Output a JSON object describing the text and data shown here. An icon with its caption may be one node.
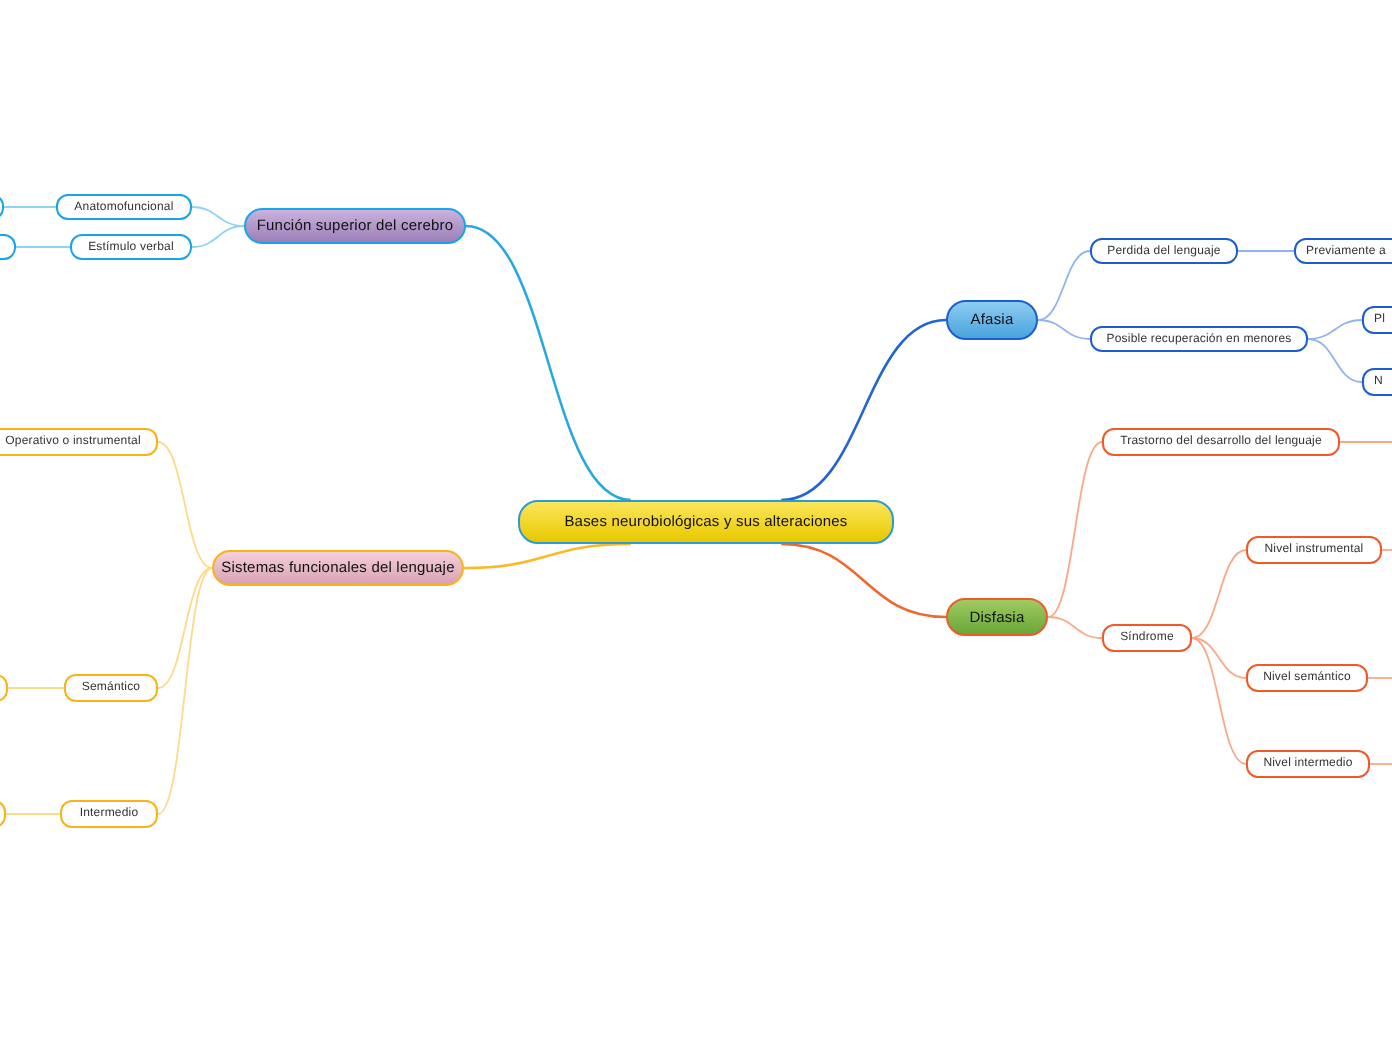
{
  "diagram": {
    "nodes": [
      {
        "text": [
          "Bases neurobiológicas y sus alteraciones"
        ]
      },
      {
        "text": [
          "Función superior del cerebro"
        ]
      },
      {
        "text": [
          "Anatomofuncional"
        ]
      },
      {
        "text": [
          "Estímulo verbal"
        ]
      },
      {
        "text": [],
        "shape": "box"
      },
      {
        "text": [],
        "shape": "box"
      },
      {
        "text": [
          "Sistemas funcionales del lenguaje"
        ]
      },
      {
        "text": [
          "Operativo o instrumental"
        ]
      },
      {
        "text": [
          "Semántico"
        ]
      },
      {
        "text": [],
        "shape": "box"
      },
      {
        "text": [
          "Intermedio"
        ]
      },
      {
        "text": [],
        "shape": "box"
      },
      {
        "text": [
          "Afasia"
        ]
      },
      {
        "text": [
          "Perdida del lenguaje"
        ]
      },
      {
        "text": [
          "Previamente a"
        ]
      },
      {
        "text": [
          "Posible recuperación en menores"
        ]
      },
      {
        "text": [
          "Pl"
        ]
      },
      {
        "text": [
          "N"
        ]
      },
      {
        "text": [
          "Disfasia"
        ]
      },
      {
        "text": [
          "Trastorno del desarrollo del lenguaje"
        ]
      },
      {
        "text": [
          "Síndrome"
        ]
      },
      {
        "text": [
          "Nivel instrumental"
        ]
      },
      {
        "text": [
          "Nivel semántico"
        ]
      },
      {
        "text": [
          "Nivel intermedio"
        ]
      }
    ],
    "edges": [
      {
        "from": 0,
        "to": 1,
        "arrow": "none",
        "color": "#29a8e0"
      },
      {
        "from": 0,
        "to": 6,
        "arrow": "none",
        "color": "#fbb92a"
      },
      {
        "from": 0,
        "to": 12,
        "arrow": "none",
        "color": "#2264d1"
      },
      {
        "from": 0,
        "to": 18,
        "arrow": "none",
        "color": "#f2662f"
      },
      {
        "from": 1,
        "to": 2,
        "arrow": "none",
        "color": "#8fd3f2"
      },
      {
        "from": 1,
        "to": 3,
        "arrow": "none",
        "color": "#8fd3f2"
      },
      {
        "from": 2,
        "to": 4,
        "arrow": "none",
        "color": "#8fd3f2"
      },
      {
        "from": 3,
        "to": 5,
        "arrow": "none",
        "color": "#8fd3f2"
      },
      {
        "from": 6,
        "to": 7,
        "arrow": "none",
        "color": "#fdd98a"
      },
      {
        "from": 6,
        "to": 8,
        "arrow": "none",
        "color": "#fdd98a"
      },
      {
        "from": 6,
        "to": 10,
        "arrow": "none",
        "color": "#fdd98a"
      },
      {
        "from": 8,
        "to": 9,
        "arrow": "none",
        "color": "#fdd98a"
      },
      {
        "from": 10,
        "to": 11,
        "arrow": "none",
        "color": "#fdd98a"
      },
      {
        "from": 12,
        "to": 13,
        "arrow": "none",
        "color": "#8fb4ee"
      },
      {
        "from": 12,
        "to": 15,
        "arrow": "none",
        "color": "#8fb4ee"
      },
      {
        "from": 13,
        "to": 14,
        "arrow": "none",
        "color": "#8fb4ee"
      },
      {
        "from": 15,
        "to": 16,
        "arrow": "none",
        "color": "#8fb4ee"
      },
      {
        "from": 15,
        "to": 17,
        "arrow": "none",
        "color": "#8fb4ee"
      },
      {
        "from": 18,
        "to": 19,
        "arrow": "none",
        "color": "#f9a98a"
      },
      {
        "from": 18,
        "to": 20,
        "arrow": "none",
        "color": "#f9a98a"
      },
      {
        "from": 20,
        "to": 21,
        "arrow": "none",
        "color": "#f9a98a"
      },
      {
        "from": 20,
        "to": 22,
        "arrow": "none",
        "color": "#f9a98a"
      },
      {
        "from": 20,
        "to": 23,
        "arrow": "none",
        "color": "#f9a98a"
      },
      {
        "from": 19,
        "to": null,
        "arrow": "none",
        "color": "#f9a98a"
      },
      {
        "from": 21,
        "to": null,
        "arrow": "none",
        "color": "#f9a98a"
      },
      {
        "from": 22,
        "to": null,
        "arrow": "none",
        "color": "#f9a98a"
      },
      {
        "from": 23,
        "to": null,
        "arrow": "none",
        "color": "#f9a98a"
      }
    ]
  }
}
